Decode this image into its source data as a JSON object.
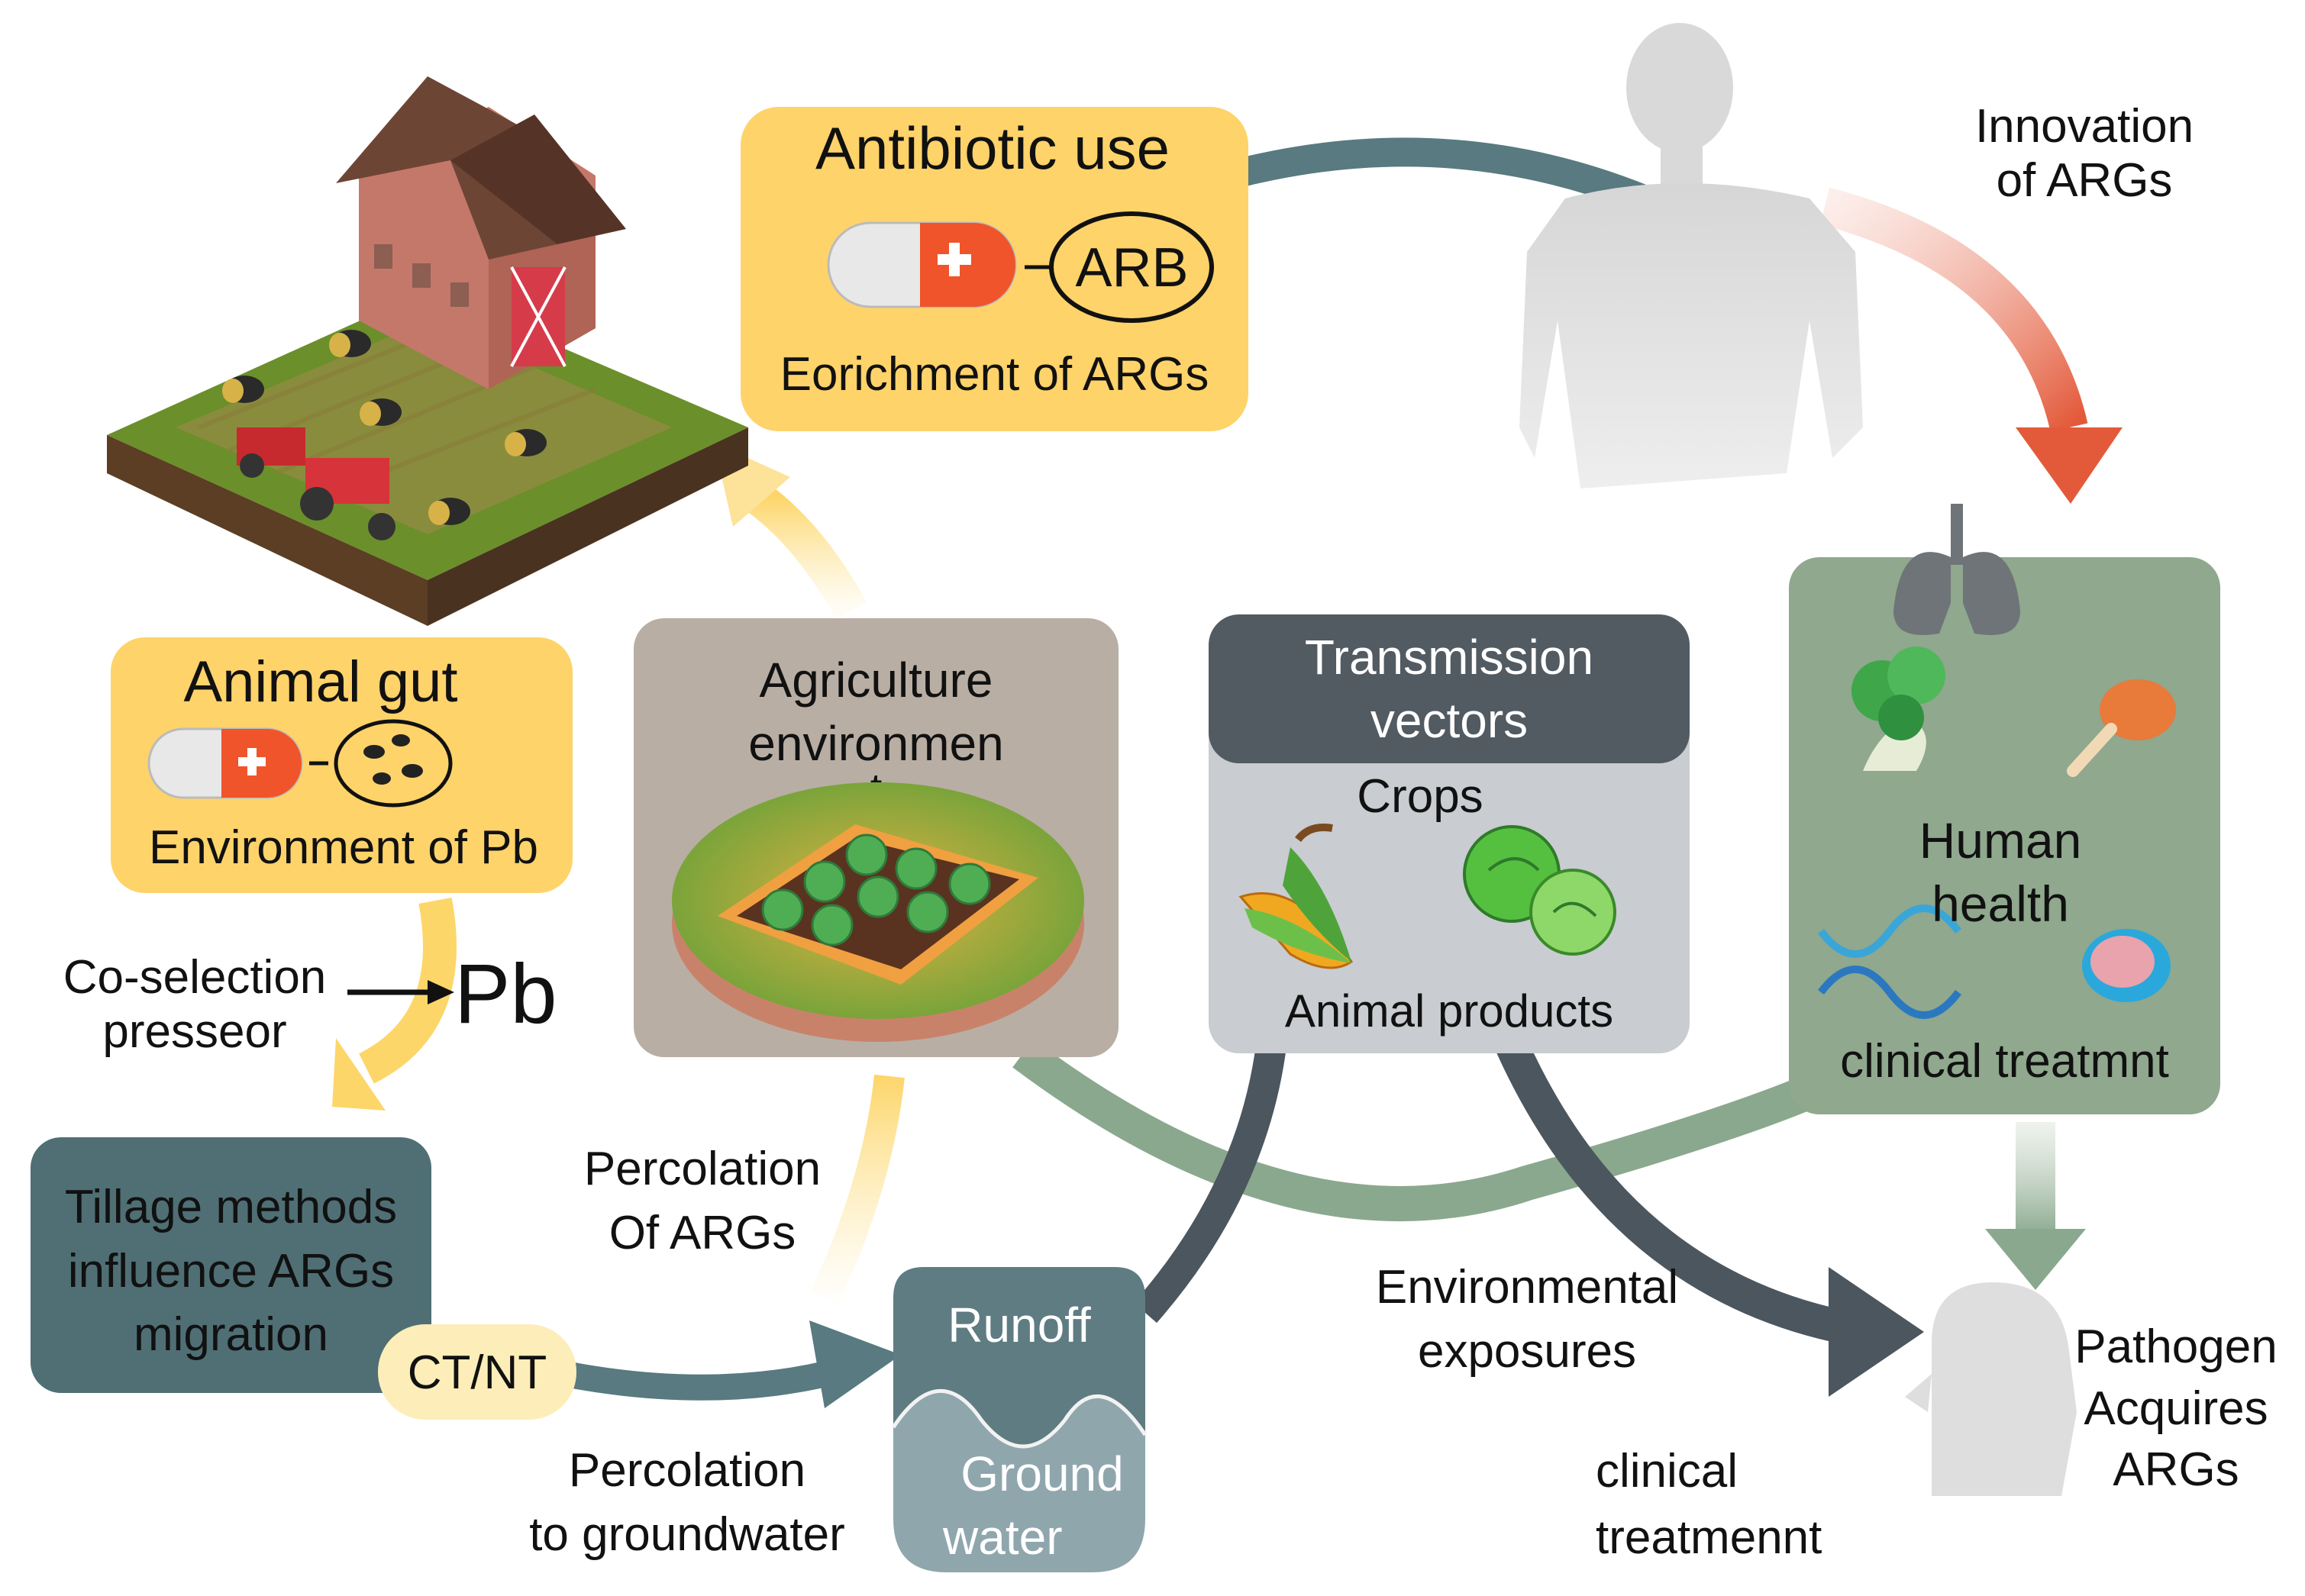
{
  "antibiotic": {
    "title": "Antibiotic use",
    "arb": "ARB",
    "caption": "Eorichment of ARGs"
  },
  "innovation": {
    "line1": "Innovation",
    "line2": "of ARGs"
  },
  "animal_gut": {
    "title": "Animal gut",
    "caption": "Environment of Pb"
  },
  "coselection": {
    "line1": "Co-selection",
    "line2": "presseor",
    "metal": "Pb"
  },
  "agriculture": {
    "line1": "Agriculture",
    "line2": "environmen",
    "line3": "t"
  },
  "transmission": {
    "header_line1": "Transmission",
    "header_line2": "vectors",
    "crops": "Crops",
    "animal_products": "Animal products"
  },
  "human_health": {
    "line1": "Human",
    "line2": "health",
    "clinical": "clinical treatmnt"
  },
  "tillage": {
    "line1": "Tillage methods",
    "line2": "influence ARGs",
    "line3": "migration",
    "badge": "CT/NT"
  },
  "percolation_args": {
    "line1": "Percolation",
    "line2": "Of ARGs"
  },
  "percolation_ground": {
    "line1": "Percolation",
    "line2": "to groundwater"
  },
  "water": {
    "runoff": "Runoff",
    "ground_line1": "Ground",
    "ground_line2": "water"
  },
  "environmental": {
    "line1": "Environmental",
    "line2": "exposures"
  },
  "clinical_bottom": {
    "line1": "clinical",
    "line2": "treatmennt"
  },
  "pathogen": {
    "line1": "Pathogen",
    "line2": "Acquires",
    "line3": "ARGs"
  },
  "colors": {
    "yellow_box": "#fed36a",
    "agri_box": "#b8aea4",
    "transmission_box": "#c9ccd1",
    "transmission_header": "#525a62",
    "human_health_box": "#8fa88e",
    "tillage_box": "#4f6f75",
    "runoff": "#5f7c82",
    "groundwater": "#8fa6ad",
    "arrow_teal": "#587a80",
    "arrow_green": "#8aa88d",
    "arrow_dark": "#4b565e",
    "arrow_red": "#e35a3a",
    "arrow_yellow": "#fdd66a"
  }
}
